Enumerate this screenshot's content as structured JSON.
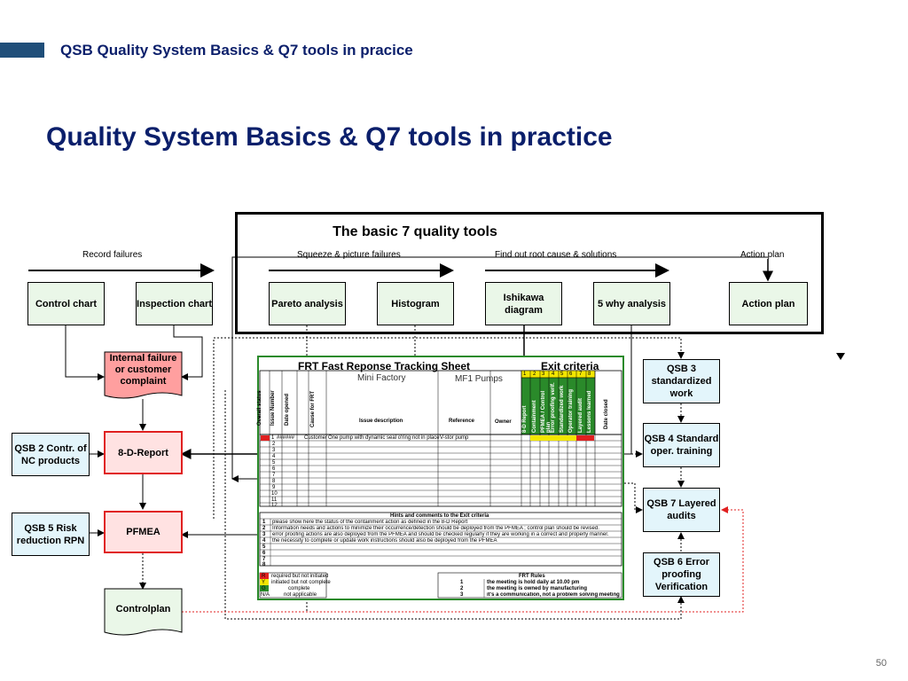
{
  "header": {
    "title": "QSB Quality System Basics & Q7 tools  in pracice"
  },
  "main_title": "Quality System Basics & Q7 tools in practice",
  "tools": {
    "title": "The basic 7 quality tools",
    "categories": [
      "Record failures",
      "Squeeze & picture failures",
      "Find out  root cause & solutions",
      "Action plan"
    ],
    "boxes": [
      "Control chart",
      "Inspection chart",
      "Pareto analysis",
      "Histogram",
      "Ishikawa diagram",
      "5 why analysis",
      "Action plan"
    ]
  },
  "flow": {
    "internal_failure": "Internal failure or customer complaint",
    "report": "8-D-Report",
    "pfmea": "PFMEA",
    "controlplan": "Controlplan"
  },
  "qsb_left": [
    "QSB 2 Contr. of NC products",
    "QSB 5 Risk reduction RPN"
  ],
  "qsb_right": [
    "QSB 3 standardized work",
    "QSB 4 Standard oper. training",
    "QSB 7 Layered audits",
    "QSB 6 Error proofing Verification"
  ],
  "sheet": {
    "title": "FRT Fast Reponse Tracking Sheet",
    "exit": "Exit criteria",
    "factory": "Mini Factory",
    "pumps": "MF1 Pumps",
    "col_headers": [
      "Overall status",
      "Issue Number",
      "Date opened",
      "Cause for FRT",
      "Issue description",
      "Reference",
      "Owner",
      "Date closed"
    ],
    "exit_numbers": [
      "1",
      "2",
      "3",
      "4",
      "5",
      "6",
      "7",
      "8"
    ],
    "exit_labels": [
      "8-D Report",
      "Containment",
      "PFMEA / Control plan",
      "Error proofing verif.",
      "Standardized work",
      "Operator training",
      "Layered audit",
      "Lessons learned"
    ],
    "row1": {
      "num": "1",
      "id": "######",
      "cause": "Customer",
      "desc": "One pump with dynamic seal o'ring not in place",
      "ref": "V-stor pump"
    },
    "row_numbers": [
      "2",
      "3",
      "4",
      "5",
      "6",
      "7",
      "8",
      "9",
      "10",
      "11",
      "12"
    ],
    "hints_title": "Hints and comments to the Exit criteria",
    "hints": [
      "please show here the status of the containment action as defined in the 8-D Report",
      "Information needs and actions to minimize their occurrence/detection should be deployed from the PFMEA ; control plan should be revised.",
      "error proofing actions are also deployed from the PFMEA and should be checked regularly if they are working in a correct and properly manner.",
      "the necessity to complete or update work instructions should also be deployed from the PFMEA",
      "",
      "",
      "",
      ""
    ],
    "legend": [
      {
        "code": "R",
        "text": "required but not initiated",
        "color": "#e02020"
      },
      {
        "code": "Y",
        "text": "initiated but not complete",
        "color": "#f2e600"
      },
      {
        "code": "G",
        "text": "complete",
        "color": "#2a8a2a"
      },
      {
        "code": "N/A",
        "text": "not applicable",
        "color": "#ffffff"
      }
    ],
    "rules_title": "FRT Rules",
    "rules": [
      {
        "n": "1",
        "t": "the meeting is hold daily  at 10.00 pm"
      },
      {
        "n": "2",
        "t": "the meeting is owned by manufacturing"
      },
      {
        "n": "3",
        "t": "it's a communication, not a problem solving meeting"
      }
    ]
  },
  "page_number": "50"
}
